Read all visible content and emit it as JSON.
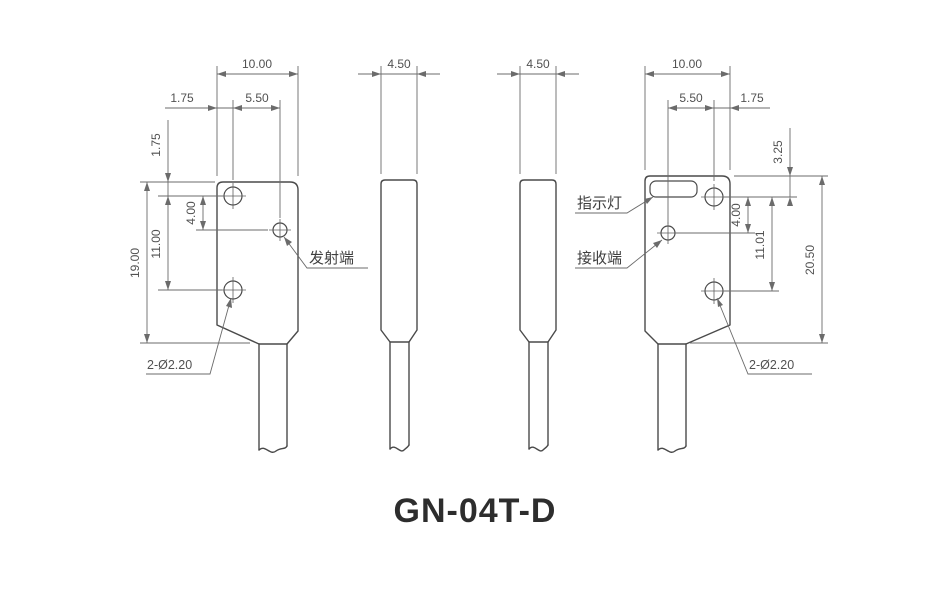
{
  "title": "GN-04T-D",
  "views": {
    "emitter": {
      "dims": {
        "width": "10.00",
        "offset_left": "1.75",
        "hole_span": "5.50",
        "top_offset": "1.75",
        "hole_to_port": "4.00",
        "hole_spacing": "11.00",
        "height": "19.00"
      },
      "labels": {
        "port": "发射端",
        "mount_holes": "2-Ø2.20"
      }
    },
    "side_left": {
      "dims": {
        "width": "4.50"
      }
    },
    "side_right": {
      "dims": {
        "width": "4.50"
      }
    },
    "receiver": {
      "dims": {
        "width": "10.00",
        "hole_span": "5.50",
        "offset_right": "1.75",
        "led_offset": "3.25",
        "hole_to_port": "4.00",
        "hole_spacing": "11.01",
        "height": "20.50"
      },
      "labels": {
        "indicator": "指示灯",
        "port": "接收端",
        "mount_holes": "2-Ø2.20"
      }
    }
  }
}
